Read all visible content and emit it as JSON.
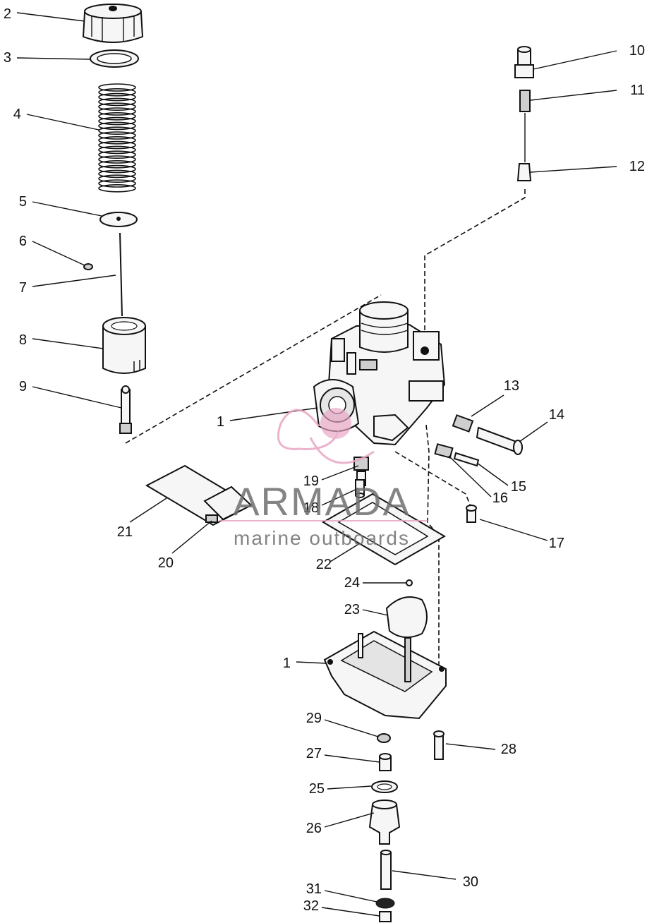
{
  "diagram": {
    "callouts": [
      {
        "id": "2",
        "label": "2"
      },
      {
        "id": "3",
        "label": "3"
      },
      {
        "id": "4",
        "label": "4"
      },
      {
        "id": "5",
        "label": "5"
      },
      {
        "id": "6",
        "label": "6"
      },
      {
        "id": "7",
        "label": "7"
      },
      {
        "id": "8",
        "label": "8"
      },
      {
        "id": "9",
        "label": "9"
      },
      {
        "id": "10",
        "label": "10"
      },
      {
        "id": "11",
        "label": "11"
      },
      {
        "id": "12",
        "label": "12"
      },
      {
        "id": "1a",
        "label": "1"
      },
      {
        "id": "13",
        "label": "13"
      },
      {
        "id": "14",
        "label": "14"
      },
      {
        "id": "15",
        "label": "15"
      },
      {
        "id": "16",
        "label": "16"
      },
      {
        "id": "17",
        "label": "17"
      },
      {
        "id": "19",
        "label": "19"
      },
      {
        "id": "18",
        "label": "18"
      },
      {
        "id": "21",
        "label": "21"
      },
      {
        "id": "20",
        "label": "20"
      },
      {
        "id": "22",
        "label": "22"
      },
      {
        "id": "24",
        "label": "24"
      },
      {
        "id": "23",
        "label": "23"
      },
      {
        "id": "1b",
        "label": "1"
      },
      {
        "id": "29",
        "label": "29"
      },
      {
        "id": "28",
        "label": "28"
      },
      {
        "id": "27",
        "label": "27"
      },
      {
        "id": "25",
        "label": "25"
      },
      {
        "id": "26",
        "label": "26"
      },
      {
        "id": "30",
        "label": "30"
      },
      {
        "id": "31",
        "label": "31"
      },
      {
        "id": "32",
        "label": "32"
      }
    ]
  },
  "watermark": {
    "brand": "ARMADA",
    "tagline": "marine outboards",
    "color_brand": "#6f6f6f",
    "color_accent": "#e8a6c4"
  }
}
